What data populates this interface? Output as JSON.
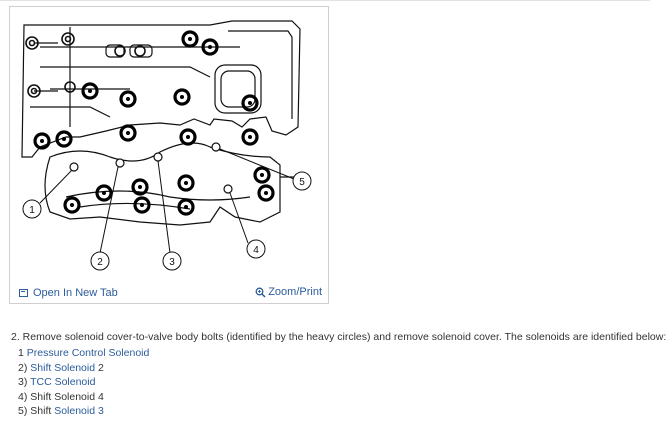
{
  "figure": {
    "open_tab_label": "Open In New Tab",
    "open_tab_icon": "open-in-new-tab-icon",
    "zoom_label": "Zoom/Print",
    "zoom_icon": "zoom-magnifier-icon",
    "callouts": [
      "1",
      "2",
      "3",
      "4",
      "5"
    ]
  },
  "instruction": {
    "text": "2. Remove solenoid cover-to-valve body bolts (identified by the heavy circles) and remove solenoid cover. The solenoids are identified below:"
  },
  "solenoids": [
    {
      "num": "1",
      "prefix": "",
      "link": "Pressure Control Solenoid",
      "suffix": ""
    },
    {
      "num": "2)",
      "prefix": "",
      "link": "Shift Solenoid",
      "suffix": " 2"
    },
    {
      "num": "3)",
      "prefix": "",
      "link": "TCC Solenoid",
      "suffix": ""
    },
    {
      "num": "4)",
      "prefix": "Shift Solenoid 4",
      "link": "",
      "suffix": ""
    },
    {
      "num": "5)",
      "prefix": "Shift ",
      "link": "Solenoid 3",
      "suffix": ""
    }
  ],
  "colors": {
    "link": "#2b5c9b",
    "text": "#333333",
    "frame": "#cfcfcf"
  }
}
